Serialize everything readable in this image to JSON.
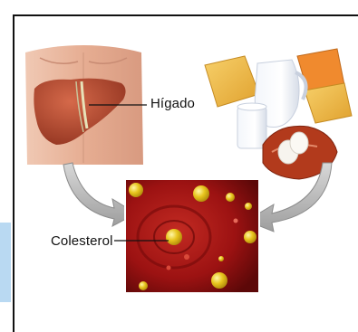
{
  "labels": {
    "liver": "Hígado",
    "cholesterol": "Colesterol"
  },
  "colors": {
    "skin": "#e8b49a",
    "liver": "#b34a2e",
    "blood_vessel": "#9a1010",
    "cholesterol_droplet": "#e3c21c",
    "arrow": "#b9b9b9",
    "side_tab": "#b9d9f2"
  },
  "illustrations": [
    "torso-with-liver",
    "dairy-and-meat-foods",
    "blood-vessel-interior"
  ]
}
